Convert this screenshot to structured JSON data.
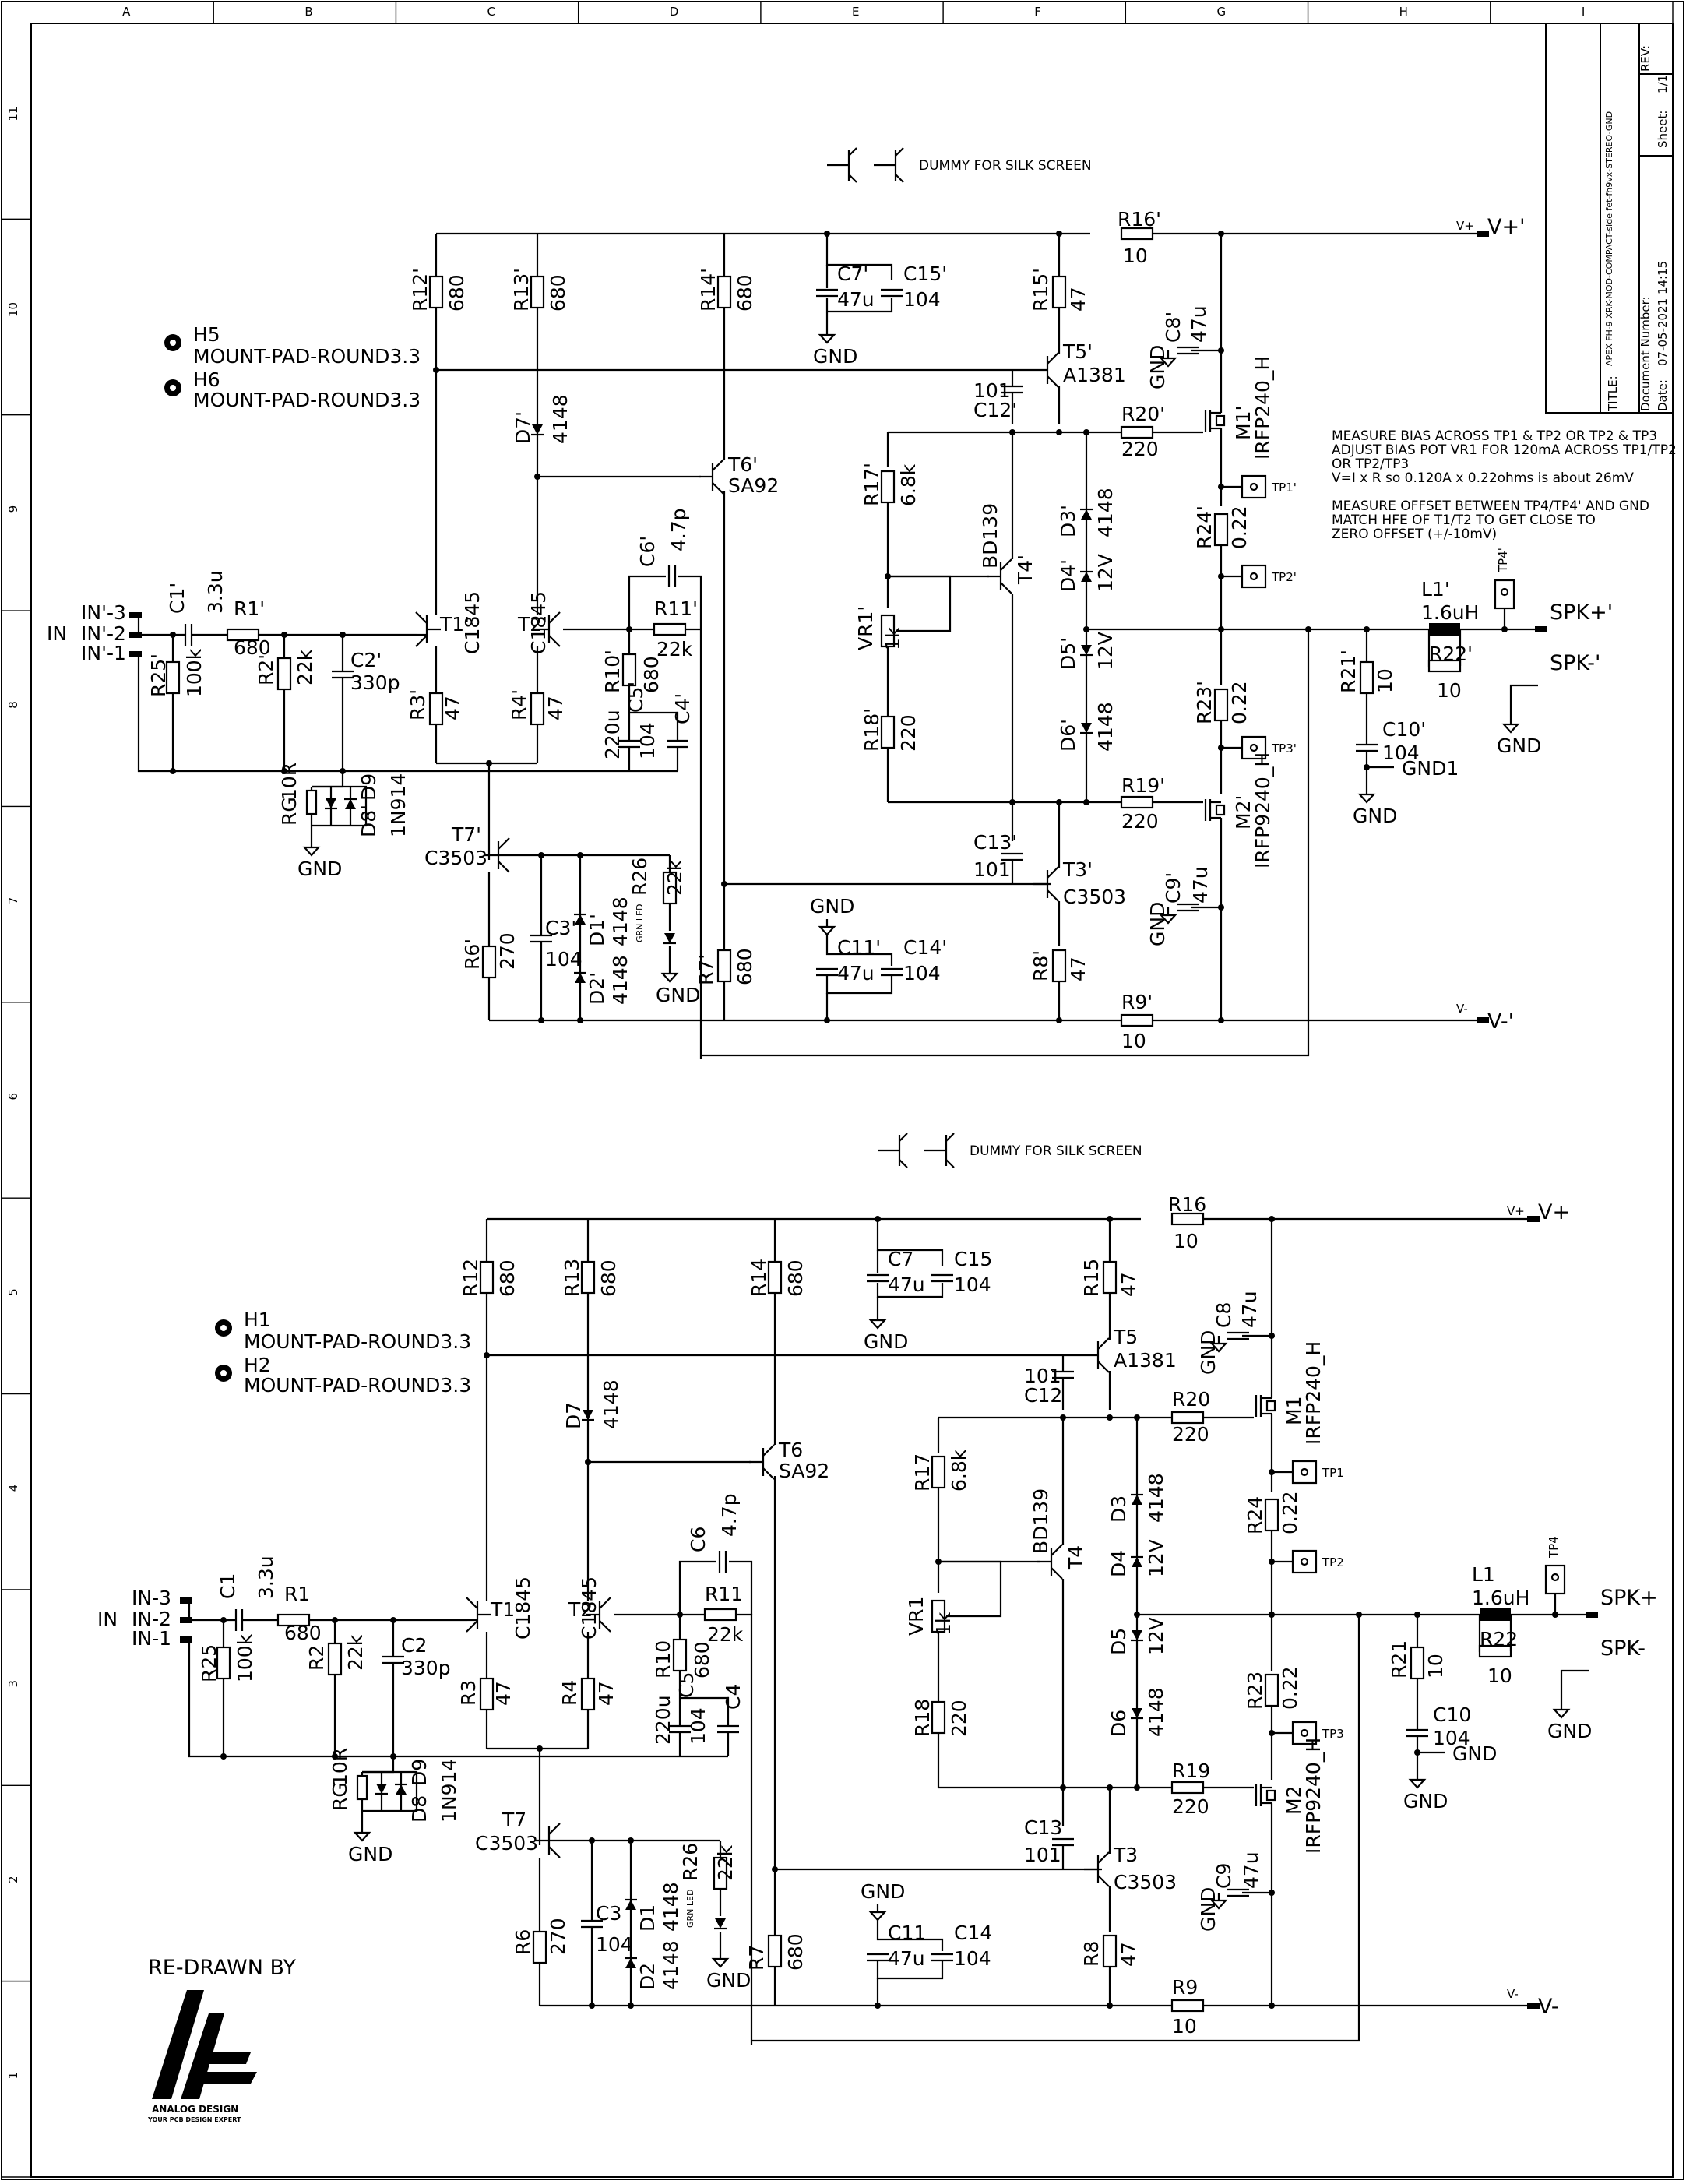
{
  "border": {
    "cols": [
      "A",
      "B",
      "C",
      "D",
      "E",
      "F",
      "G",
      "H",
      "I"
    ],
    "rows": [
      "11",
      "10",
      "9",
      "8",
      "7",
      "6",
      "5",
      "4",
      "3",
      "2",
      "1"
    ]
  },
  "title_block": {
    "title_label": "TITLE:",
    "title": "APEX FH-9 XRK-MOD-COMPACT-side fet-fh9vx-STEREO-GND",
    "doc_label": "Document Number:",
    "rev_label": "REV:",
    "date_label": "Date:",
    "date": "07-05-2021 14:15",
    "sheet_label": "Sheet:",
    "sheet": "1/1"
  },
  "channel_top": {
    "dummy": "DUMMY FOR SILK SCREEN",
    "H5": "H5",
    "H6": "H6",
    "mount": "MOUNT-PAD-ROUND3.3",
    "in": "IN",
    "in3": "IN'-3",
    "in2": "IN'-2",
    "in1": "IN'-1",
    "C1": "C1'",
    "C1v": "3.3u",
    "R1": "R1'",
    "R1v": "680",
    "R25": "R25'",
    "R25v": "100k",
    "R2": "R2'",
    "R2v": "22k",
    "C2": "C2'",
    "C2v": "330p",
    "RG": "RG'",
    "RGv": "10R",
    "D8": "D8'",
    "D9": "D9'",
    "D9v": "1N914",
    "gnd": "GND",
    "R12": "R12'",
    "R12v": "680",
    "R13": "R13'",
    "R13v": "680",
    "R14": "R14'",
    "R14v": "680",
    "D7": "D7'",
    "D7v": "4148",
    "T6": "T6'",
    "T6v": "SA92",
    "T1": "T1'",
    "T1v": "C1845",
    "T2": "T2'",
    "T2v": "C1845",
    "R3": "R3'",
    "R3v": "47",
    "R4": "R4'",
    "R4v": "47",
    "C6": "C6'",
    "C6v": "4.7p",
    "R11": "R11'",
    "R11v": "22k",
    "R10": "R10'",
    "R10v": "680",
    "C5": "C5'",
    "C5v": "104",
    "C4": "C4'",
    "C4v": "220u",
    "T7": "T7'",
    "T7v": "C3503",
    "R26": "R26'",
    "R26v": "22k",
    "led": "GRN LED",
    "C3": "C3'",
    "C3v": "104",
    "D1": "D1'",
    "D1v": "4148",
    "D2": "D2'",
    "D2v": "4148",
    "R6": "R6'",
    "R6v": "270",
    "R7": "R7'",
    "R7v": "680",
    "C7": "C7'",
    "C7v": "47u",
    "C15": "C15'",
    "C15v": "104",
    "C11": "C11'",
    "C11v": "47u",
    "C14": "C14'",
    "C14v": "104",
    "R15": "R15'",
    "R15v": "47",
    "T5": "T5'",
    "T5v": "A1381",
    "C12": "C12'",
    "C12v": "101",
    "R16": "R16'",
    "R16v": "10",
    "vplus": "V+'",
    "vplus_small": "V+",
    "vminus": "V-'",
    "vminus_small": "V-",
    "C8": "C8'",
    "C8v": "47u",
    "R20": "R20'",
    "R20v": "220",
    "M1": "M1'",
    "M1v": "IRFP240_H",
    "TP1": "TP1'",
    "TP2": "TP2'",
    "TP3": "TP3'",
    "TP4": "TP4'",
    "R24": "R24'",
    "R24v": "0.22",
    "R23": "R23'",
    "R23v": "0.22",
    "R17": "R17'",
    "R17v": "6.8k",
    "T4": "T4'",
    "T4v": "BD139",
    "VR1": "VR1'",
    "VR1v": "1k",
    "R18": "R18'",
    "R18v": "220",
    "D3": "D3'",
    "D3v": "4148",
    "D4": "D4'",
    "D4v": "12V",
    "D5": "D5'",
    "D5v": "12V",
    "D6": "D6'",
    "D6v": "4148",
    "R19": "R19'",
    "R19v": "220",
    "M2": "M2'",
    "M2v": "IRFP9240_H",
    "C13": "C13'",
    "C13v": "101",
    "T3": "T3'",
    "T3v": "C3503",
    "C9": "C9'",
    "C9v": "47u",
    "R8": "R8'",
    "R8v": "47",
    "R9": "R9'",
    "R9v": "10",
    "L1": "L1'",
    "L1v": "1.6uH",
    "R22": "R22'",
    "R22v": "10",
    "R21": "R21'",
    "R21v": "10",
    "C10": "C10'",
    "C10v": "104",
    "gnd1": "GND1",
    "spkp": "SPK+'",
    "spkm": "SPK-'",
    "notes": [
      "MEASURE BIAS ACROSS TP1 & TP2 OR TP2 & TP3",
      "ADJUST BIAS POT VR1 FOR 120mA ACROSS TP1/TP2",
      "OR TP2/TP3",
      "V=I x R so 0.120A x 0.22ohms is about 26mV",
      "",
      "MEASURE OFFSET BETWEEN TP4/TP4' AND GND",
      "MATCH HFE OF T1/T2 TO GET CLOSE TO",
      "ZERO OFFSET (+/-10mV)"
    ]
  },
  "channel_bottom": {
    "dummy": "DUMMY FOR SILK SCREEN",
    "H5": "H1",
    "H6": "H2",
    "mount": "MOUNT-PAD-ROUND3.3",
    "in": "IN",
    "in3": "IN-3",
    "in2": "IN-2",
    "in1": "IN-1",
    "C1": "C1",
    "C1v": "3.3u",
    "R1": "R1",
    "R1v": "680",
    "R25": "R25",
    "R25v": "100k",
    "R2": "R2",
    "R2v": "22k",
    "C2": "C2",
    "C2v": "330p",
    "RG": "RG",
    "RGv": "10R",
    "D8": "D8",
    "D9": "D9",
    "D9v": "1N914",
    "gnd": "GND",
    "R12": "R12",
    "R12v": "680",
    "R13": "R13",
    "R13v": "680",
    "R14": "R14",
    "R14v": "680",
    "D7": "D7",
    "D7v": "4148",
    "T6": "T6",
    "T6v": "SA92",
    "T1": "T1",
    "T1v": "C1845",
    "T2": "T2",
    "T2v": "C1845",
    "R3": "R3",
    "R3v": "47",
    "R4": "R4",
    "R4v": "47",
    "C6": "C6",
    "C6v": "4.7p",
    "R11": "R11",
    "R11v": "22k",
    "R10": "R10",
    "R10v": "680",
    "C5": "C5",
    "C5v": "104",
    "C4": "C4",
    "C4v": "220u",
    "T7": "T7",
    "T7v": "C3503",
    "R26": "R26",
    "R26v": "22k",
    "led": "GRN LED",
    "C3": "C3",
    "C3v": "104",
    "D1": "D1",
    "D1v": "4148",
    "D2": "D2",
    "D2v": "4148",
    "R6": "R6",
    "R6v": "270",
    "R7": "R7",
    "R7v": "680",
    "C7": "C7",
    "C7v": "47u",
    "C15": "C15",
    "C15v": "104",
    "C11": "C11",
    "C11v": "47u",
    "C14": "C14",
    "C14v": "104",
    "R15": "R15",
    "R15v": "47",
    "T5": "T5",
    "T5v": "A1381",
    "C12": "C12",
    "C12v": "101",
    "R16": "R16",
    "R16v": "10",
    "vplus": "V+",
    "vplus_small": "V+",
    "vminus": "V-",
    "vminus_small": "V-",
    "C8": "C8",
    "C8v": "47u",
    "R20": "R20",
    "R20v": "220",
    "M1": "M1",
    "M1v": "IRFP240_H",
    "TP1": "TP1",
    "TP2": "TP2",
    "TP3": "TP3",
    "TP4": "TP4",
    "R24": "R24",
    "R24v": "0.22",
    "R23": "R23",
    "R23v": "0.22",
    "R17": "R17",
    "R17v": "6.8k",
    "T4": "T4",
    "T4v": "BD139",
    "VR1": "VR1",
    "VR1v": "1k",
    "R18": "R18",
    "R18v": "220",
    "D3": "D3",
    "D3v": "4148",
    "D4": "D4",
    "D4v": "12V",
    "D5": "D5",
    "D5v": "12V",
    "D6": "D6",
    "D6v": "4148",
    "R19": "R19",
    "R19v": "220",
    "M2": "M2",
    "M2v": "IRFP9240_H",
    "C13": "C13",
    "C13v": "101",
    "T3": "T3",
    "T3v": "C3503",
    "C9": "C9",
    "C9v": "47u",
    "R8": "R8",
    "R8v": "47",
    "R9": "R9",
    "R9v": "10",
    "L1": "L1",
    "L1v": "1.6uH",
    "R22": "R22",
    "R22v": "10",
    "R21": "R21",
    "R21v": "10",
    "C10": "C10",
    "C10v": "104",
    "gnd1": "GND",
    "spkp": "SPK+",
    "spkm": "SPK-"
  },
  "logo": {
    "redrawn": "RE-DRAWN BY",
    "name": "ANALOG DESIGN",
    "tagline": "YOUR PCB DESIGN EXPERT"
  }
}
